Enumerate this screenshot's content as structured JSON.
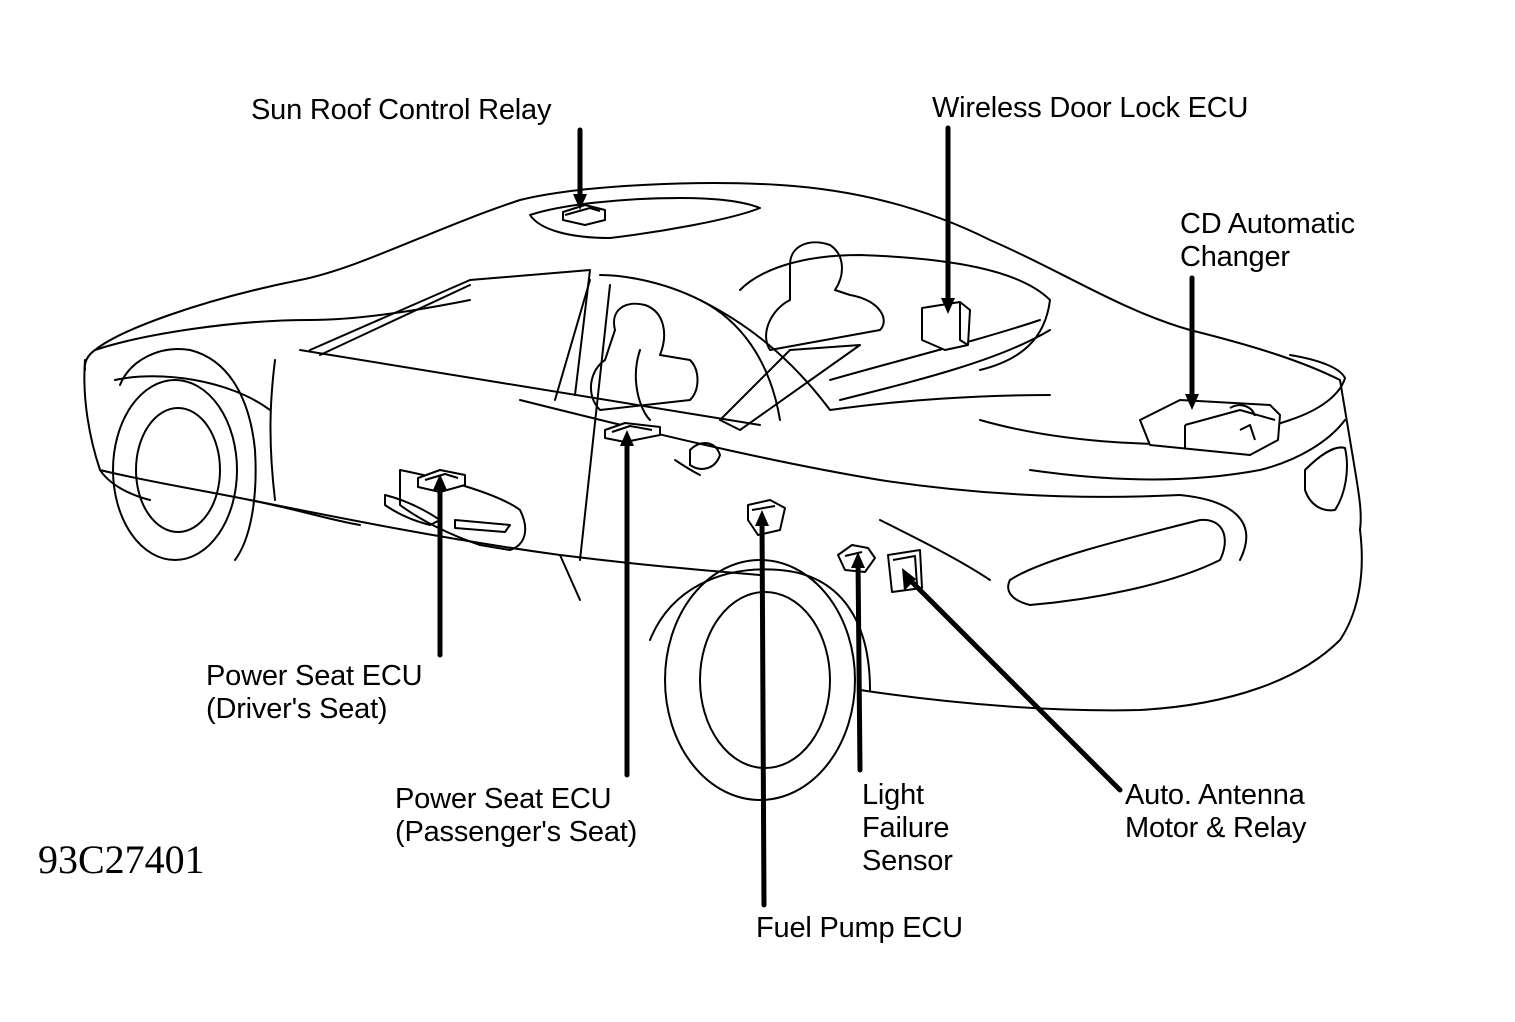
{
  "figure_number": "93C27401",
  "labels": {
    "sun_roof_relay": [
      "Sun Roof Control Relay"
    ],
    "wireless_door_lock": [
      "Wireless Door Lock ECU"
    ],
    "cd_changer": [
      "CD Automatic",
      "Changer"
    ],
    "power_seat_driver": [
      "Power Seat ECU",
      "(Driver's Seat)"
    ],
    "power_seat_passenger": [
      "Power Seat ECU",
      "(Passenger's Seat)"
    ],
    "light_failure": [
      "Light",
      "Failure",
      "Sensor"
    ],
    "auto_antenna": [
      "Auto. Antenna",
      "Motor & Relay"
    ],
    "fuel_pump": [
      "Fuel Pump ECU"
    ]
  },
  "colors": {
    "line": "#000000",
    "background": "#ffffff"
  }
}
